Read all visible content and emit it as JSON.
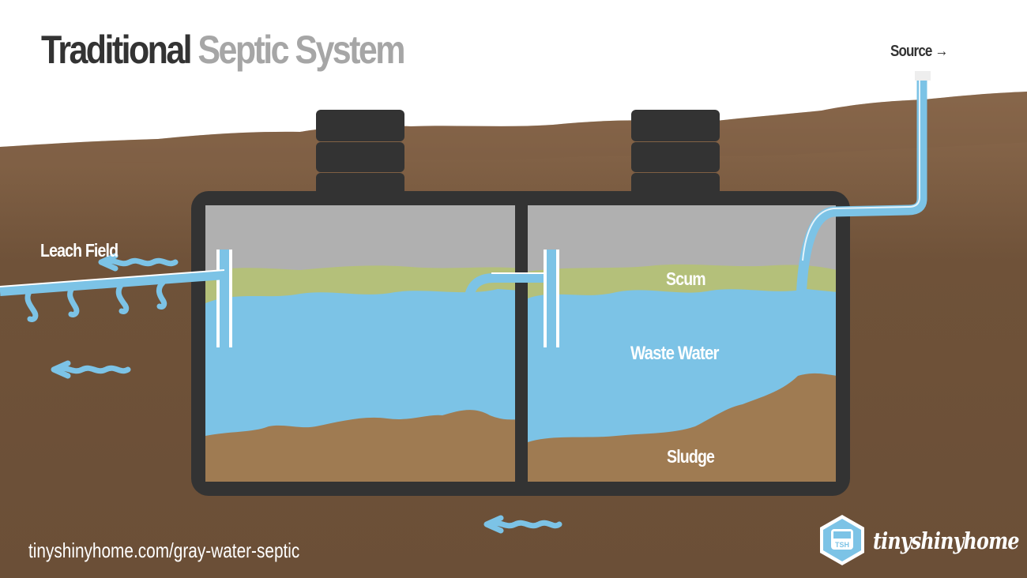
{
  "title": {
    "bold": "Traditional",
    "light": "Septic System"
  },
  "labels": {
    "source": "Source →",
    "leach_field": "Leach Field",
    "scum": "Scum",
    "waste_water": "Waste Water",
    "sludge": "Sludge"
  },
  "footer": {
    "url": "tinyshinyhome.com/gray-water-septic",
    "logo_badge": "TSH",
    "logo_wordmark": "tinyshinyhome"
  },
  "colors": {
    "soil_surface": "#8b6a4d",
    "soil_deep": "#6e5139",
    "tank_shell": "#333333",
    "air": "#b0b0b0",
    "scum": "#b4c07a",
    "water": "#7cc3e6",
    "sludge": "#9f7b52",
    "pipe": "#7cc3e6"
  },
  "icons": [
    "flow-arrow-icon",
    "seepage-drip-icon"
  ]
}
